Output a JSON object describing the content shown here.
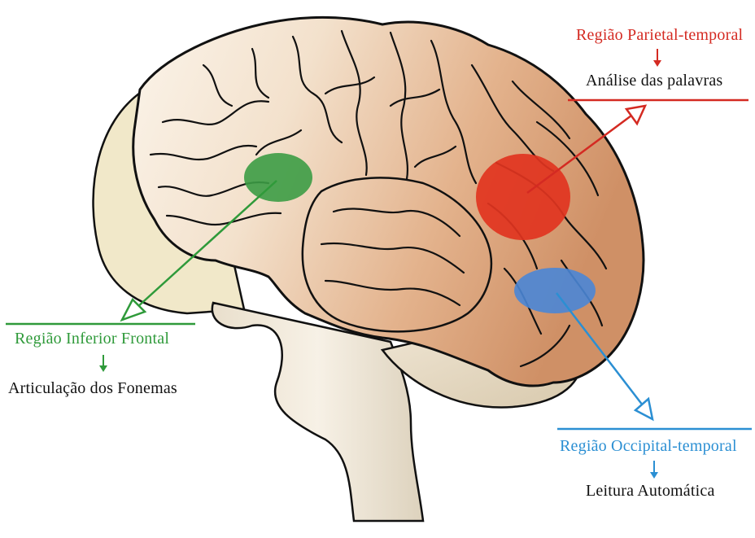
{
  "colors": {
    "parietal": "#d42a22",
    "frontal": "#2f9a3a",
    "occipital": "#2b8fd3",
    "text": "#111111",
    "brain_fill_front": "#f7ecdf",
    "brain_fill_back": "#d9a27c"
  },
  "parietal": {
    "region": "Região Parietal-temporal",
    "function": "Análise das palavras"
  },
  "frontal": {
    "region": "Região Inferior Frontal",
    "function": "Articulação dos Fonemas"
  },
  "occipital": {
    "region": "Região Occipital-temporal",
    "function": "Leitura Automática"
  }
}
